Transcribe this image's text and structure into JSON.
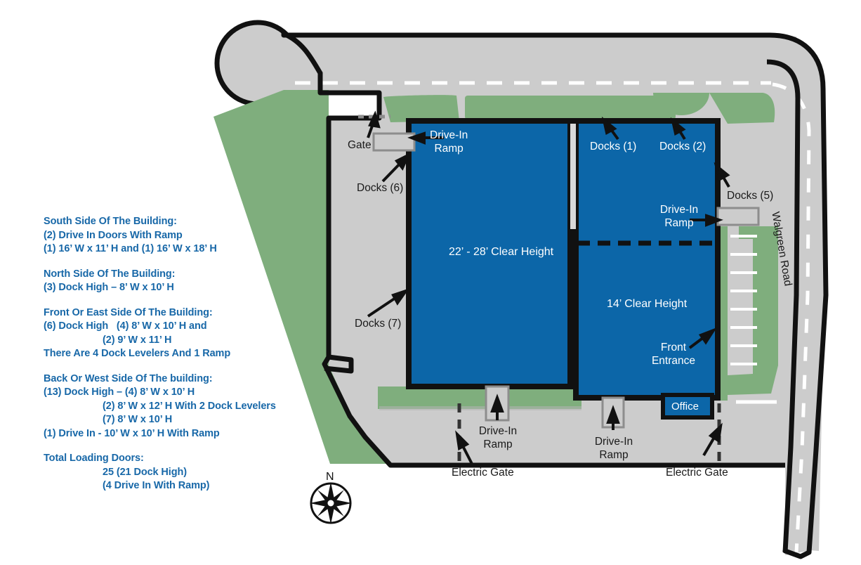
{
  "colors": {
    "building_blue": "#0c66a8",
    "lawn_green": "#7fae7d",
    "pavement_gray": "#cccccc",
    "outline_black": "#111111",
    "spec_text_blue": "#1868a8",
    "white": "#ffffff"
  },
  "spec": {
    "groups": [
      {
        "heading": "South Side Of The Building:",
        "lines": [
          "(2) Drive In Doors With Ramp",
          "(1) 16’ W x 11’ H and (1) 16’ W x 18’ H"
        ]
      },
      {
        "heading": "North Side Of The Building:",
        "lines": [
          "(3) Dock High – 8’ W x 10’ H"
        ]
      },
      {
        "heading": "Front Or East Side Of The Building:",
        "lines": [
          "(6) Dock High   (4) 8’ W x 10’ H and",
          "(2) 9’ W x 11’ H",
          "There Are 4 Dock Levelers And 1 Ramp"
        ]
      },
      {
        "heading": "Back Or West Side Of The building:",
        "lines": [
          "(13) Dock High – (4) 8’ W x 10’ H",
          "(2) 8’ W x 12’ H With 2 Dock Levelers",
          "(7) 8’ W x 10’ H",
          "(1) Drive In - 10’ W x 10’ H With Ramp"
        ]
      },
      {
        "heading": "Total Loading Doors:",
        "lines": [
          "25 (21 Dock High)",
          "(4 Drive In With Ramp)"
        ]
      }
    ]
  },
  "map": {
    "labels": {
      "gate": "Gate",
      "drive_in_ramp_north_line1": "Drive-In",
      "drive_in_ramp_north_line2": "Ramp",
      "docks_6": "Docks (6)",
      "docks_7": "Docks (7)",
      "docks_1": "Docks (1)",
      "docks_2": "Docks (2)",
      "docks_5": "Docks (5)",
      "drive_in_ramp_east_line1": "Drive-In",
      "drive_in_ramp_east_line2": "Ramp",
      "clear_height_west": "22’ - 28’ Clear Height",
      "clear_height_east": "14’ Clear Height",
      "front_entrance_line1": "Front",
      "front_entrance_line2": "Entrance",
      "office": "Office",
      "drive_in_ramp_south_west_line1": "Drive-In",
      "drive_in_ramp_south_west_line2": "Ramp",
      "drive_in_ramp_south_east_line1": "Drive-In",
      "drive_in_ramp_south_east_line2": "Ramp",
      "electric_gate_west": "Electric Gate",
      "electric_gate_east": "Electric Gate",
      "walgreen_road": "Walgreen Road",
      "north_marker": "N"
    }
  }
}
